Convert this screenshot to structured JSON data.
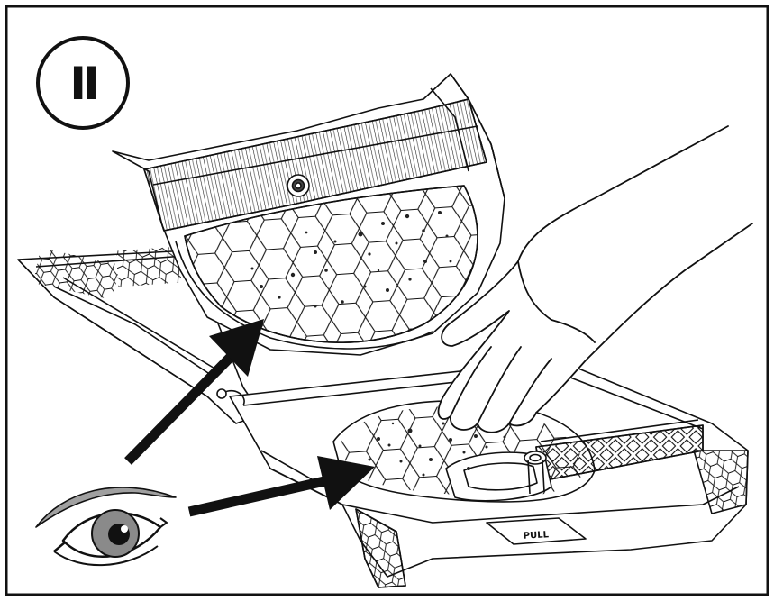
{
  "figure": {
    "step_marker": "II",
    "handle_label": "PULL",
    "elements": {
      "frame": "instruction-frame",
      "top_tray": "filter-tray-upper",
      "bottom_tray": "filter-tray-lower",
      "hand": "hand-icon",
      "eye": "eye-icon",
      "arrows": [
        "arrow-to-upper-filter",
        "arrow-to-lower-filter"
      ]
    },
    "colors": {
      "line": "#111111",
      "eye_iris": "#8a8a8a",
      "eyelid": "#a0a0a0",
      "dirt": "#222222"
    }
  }
}
